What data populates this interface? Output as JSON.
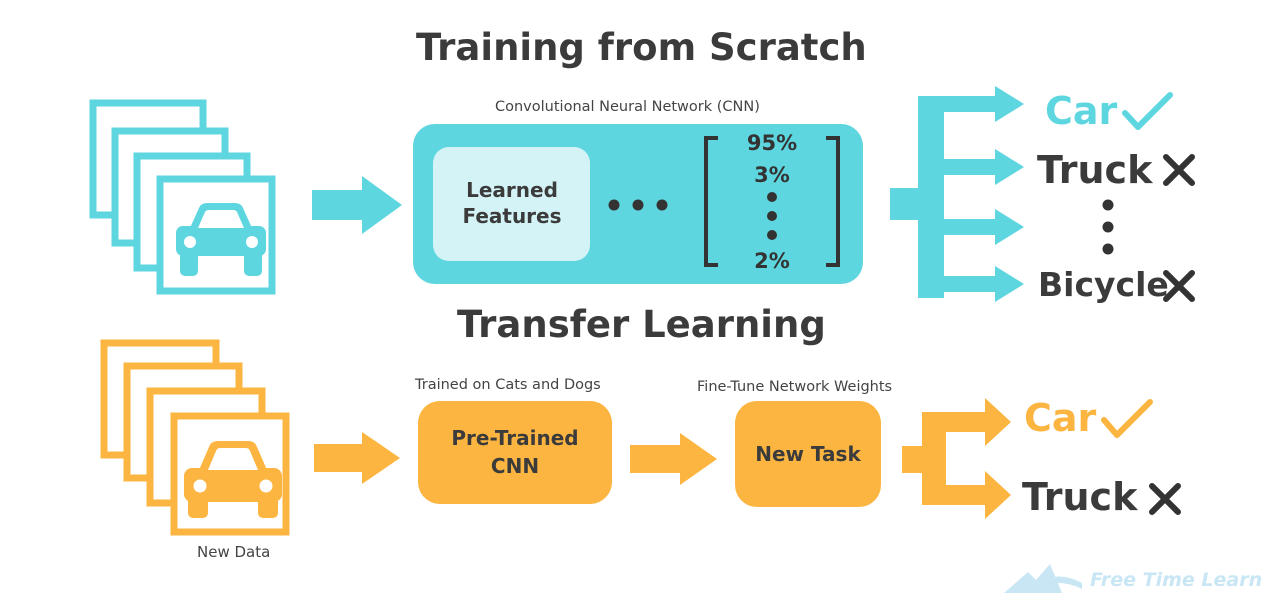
{
  "titles": {
    "top": "Training from Scratch",
    "bottom": "Transfer Learning"
  },
  "top": {
    "cnn_label": "Convolutional Neural Network (CNN)",
    "learned_features": "Learned Features",
    "probabilities": [
      "95%",
      "3%",
      "2%"
    ],
    "outputs": [
      {
        "label": "Car",
        "mark": "check"
      },
      {
        "label": "Truck",
        "mark": "cross"
      },
      {
        "label": "Bicycle",
        "mark": "cross"
      }
    ]
  },
  "bottom": {
    "trained_on": "Trained on Cats and Dogs",
    "pretrained": "Pre-Trained CNN",
    "finetune": "Fine-Tune Network Weights",
    "new_task": "New Task",
    "new_data": "New Data",
    "outputs": [
      {
        "label": "Car",
        "mark": "check"
      },
      {
        "label": "Truck",
        "mark": "cross"
      }
    ]
  },
  "watermark": "Free Time Learn",
  "colors": {
    "cyan": "#5dd6e0",
    "cyan_light": "#d4f3f6",
    "orange": "#fbb540",
    "text": "#3b3b3b",
    "watermark": "#c9e6f5"
  },
  "icons": [
    "car-icon",
    "check-icon",
    "cross-icon",
    "arrow-icon"
  ]
}
